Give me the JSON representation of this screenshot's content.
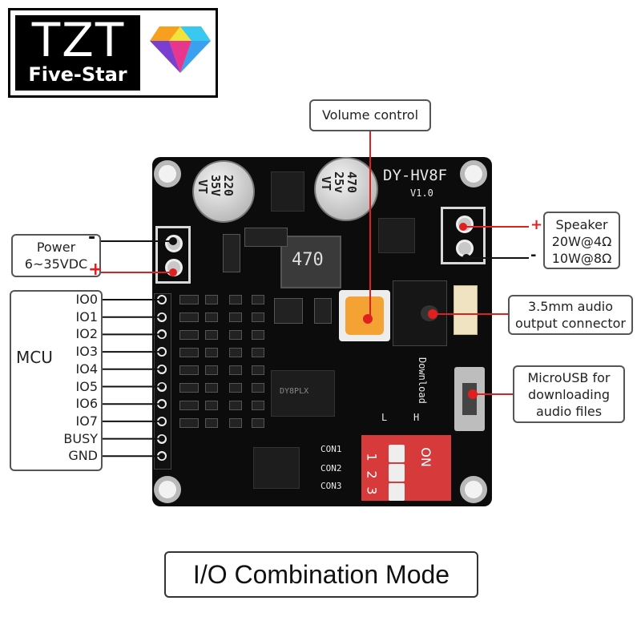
{
  "logo": {
    "brand": "TZT",
    "sub": "Five-Star"
  },
  "board": {
    "model": "DY-HV8F",
    "version": "V1.0",
    "inductor": "470",
    "download": "Download",
    "chip_mark": "DY8PLX",
    "dip_on": "ON",
    "dip_nums": [
      "1",
      "2",
      "3"
    ]
  },
  "caps": [
    {
      "line1": "220",
      "line2": "35V",
      "line3": "VT"
    },
    {
      "line1": "470",
      "line2": "25v",
      "line3": "VT"
    }
  ],
  "con_labels": [
    "CON1",
    "CON2",
    "CON3"
  ],
  "lh_labels": [
    "L",
    "H"
  ],
  "labels": {
    "volume": "Volume control",
    "power_line1": "Power",
    "power_line2": "6~35VDC",
    "power_minus": "-",
    "power_plus": "+",
    "speaker_line1": "Speaker",
    "speaker_line2": "20W@4Ω",
    "speaker_line3": "10W@8Ω",
    "speaker_plus": "+",
    "speaker_minus": "-",
    "audio_line1": "3.5mm audio",
    "audio_line2": "output connector",
    "usb_line1": "MicroUSB for",
    "usb_line2": "downloading",
    "usb_line3": "audio files",
    "mcu": "MCU"
  },
  "pins": [
    "IO0",
    "IO1",
    "IO2",
    "IO3",
    "IO4",
    "IO5",
    "IO6",
    "IO7",
    "BUSY",
    "GND"
  ],
  "title": "I/O Combination Mode",
  "colors": {
    "pcb": "#0c0c0c",
    "callout_red": "#e02020",
    "pot": "#f4a234",
    "dip": "#d63a3a"
  }
}
